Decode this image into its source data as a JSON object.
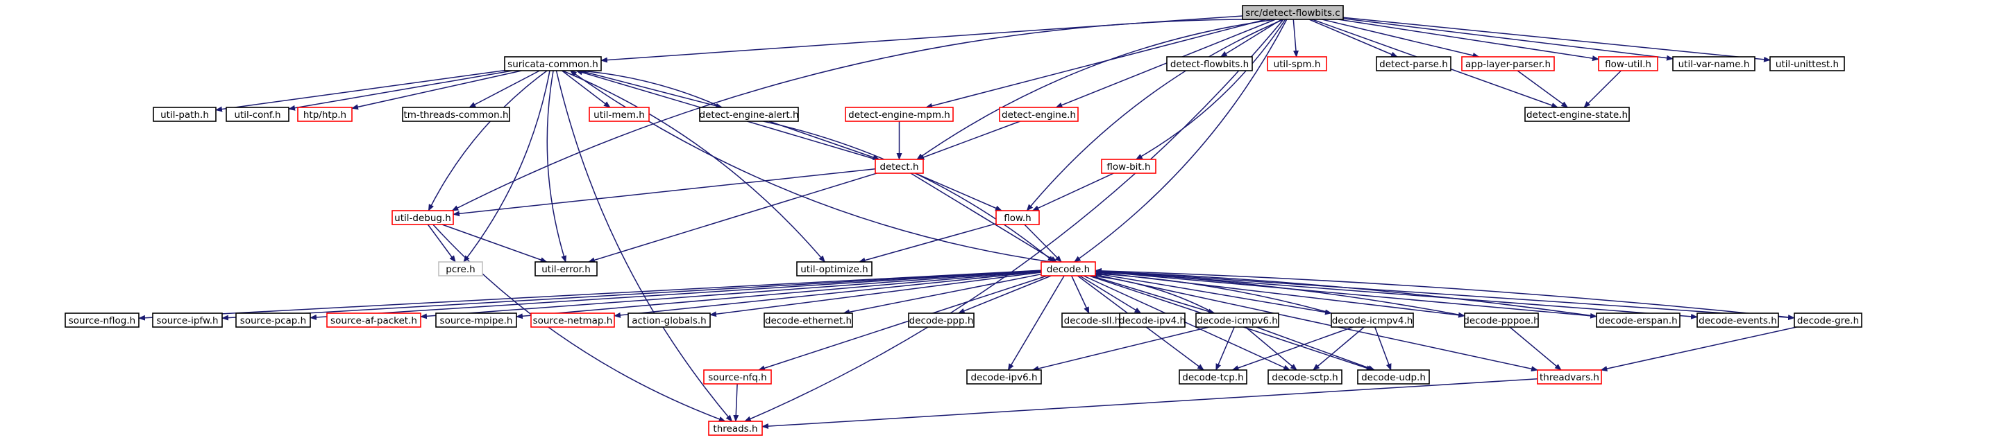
{
  "graph": {
    "title": "src/detect-flowbits.c",
    "colors": {
      "edge": "#191970",
      "border_black": "#000000",
      "border_red": "#ff0000",
      "border_grey": "#bfbfbf",
      "root_fill": "#bfbfbf",
      "node_fill": "#ffffff"
    },
    "nodes": [
      {
        "id": "root",
        "label": "src/detect-flowbits.c",
        "border": "black",
        "fill": "grey"
      },
      {
        "id": "suricata_common",
        "label": "suricata-common.h",
        "border": "black"
      },
      {
        "id": "detect_flowbits_h",
        "label": "detect-flowbits.h",
        "border": "black"
      },
      {
        "id": "util_spm",
        "label": "util-spm.h",
        "border": "red"
      },
      {
        "id": "detect_parse",
        "label": "detect-parse.h",
        "border": "black"
      },
      {
        "id": "app_layer_parser",
        "label": "app-layer-parser.h",
        "border": "red"
      },
      {
        "id": "flow_util",
        "label": "flow-util.h",
        "border": "red"
      },
      {
        "id": "util_var_name",
        "label": "util-var-name.h",
        "border": "black"
      },
      {
        "id": "util_unittest",
        "label": "util-unittest.h",
        "border": "black"
      },
      {
        "id": "util_path",
        "label": "util-path.h",
        "border": "black"
      },
      {
        "id": "util_conf",
        "label": "util-conf.h",
        "border": "black"
      },
      {
        "id": "htp_htp",
        "label": "htp/htp.h",
        "border": "red"
      },
      {
        "id": "tm_threads_common",
        "label": "tm-threads-common.h",
        "border": "black"
      },
      {
        "id": "util_mem",
        "label": "util-mem.h",
        "border": "red"
      },
      {
        "id": "detect_engine_alert",
        "label": "detect-engine-alert.h",
        "border": "black"
      },
      {
        "id": "detect_engine_mpm",
        "label": "detect-engine-mpm.h",
        "border": "red"
      },
      {
        "id": "detect_engine",
        "label": "detect-engine.h",
        "border": "red"
      },
      {
        "id": "detect_engine_state",
        "label": "detect-engine-state.h",
        "border": "black"
      },
      {
        "id": "detect_h",
        "label": "detect.h",
        "border": "red"
      },
      {
        "id": "flow_bit",
        "label": "flow-bit.h",
        "border": "red"
      },
      {
        "id": "util_debug",
        "label": "util-debug.h",
        "border": "red"
      },
      {
        "id": "flow_h",
        "label": "flow.h",
        "border": "red"
      },
      {
        "id": "pcre",
        "label": "pcre.h",
        "border": "grey"
      },
      {
        "id": "util_error",
        "label": "util-error.h",
        "border": "black"
      },
      {
        "id": "util_optimize",
        "label": "util-optimize.h",
        "border": "black"
      },
      {
        "id": "decode_h",
        "label": "decode.h",
        "border": "red"
      },
      {
        "id": "source_nflog",
        "label": "source-nflog.h",
        "border": "black"
      },
      {
        "id": "source_ipfw",
        "label": "source-ipfw.h",
        "border": "black"
      },
      {
        "id": "source_pcap",
        "label": "source-pcap.h",
        "border": "black"
      },
      {
        "id": "source_af_packet",
        "label": "source-af-packet.h",
        "border": "red"
      },
      {
        "id": "source_mpipe",
        "label": "source-mpipe.h",
        "border": "black"
      },
      {
        "id": "source_netmap",
        "label": "source-netmap.h",
        "border": "red"
      },
      {
        "id": "action_globals",
        "label": "action-globals.h",
        "border": "black"
      },
      {
        "id": "decode_ethernet",
        "label": "decode-ethernet.h",
        "border": "black"
      },
      {
        "id": "decode_ppp",
        "label": "decode-ppp.h",
        "border": "black"
      },
      {
        "id": "decode_sll",
        "label": "decode-sll.h",
        "border": "black"
      },
      {
        "id": "decode_ipv4",
        "label": "decode-ipv4.h",
        "border": "black"
      },
      {
        "id": "decode_icmpv6",
        "label": "decode-icmpv6.h",
        "border": "black"
      },
      {
        "id": "decode_icmpv4",
        "label": "decode-icmpv4.h",
        "border": "black"
      },
      {
        "id": "decode_pppoe",
        "label": "decode-pppoe.h",
        "border": "black"
      },
      {
        "id": "decode_erspan",
        "label": "decode-erspan.h",
        "border": "black"
      },
      {
        "id": "decode_events",
        "label": "decode-events.h",
        "border": "black"
      },
      {
        "id": "decode_gre",
        "label": "decode-gre.h",
        "border": "black"
      },
      {
        "id": "source_nfq",
        "label": "source-nfq.h",
        "border": "red"
      },
      {
        "id": "decode_ipv6",
        "label": "decode-ipv6.h",
        "border": "black"
      },
      {
        "id": "decode_tcp",
        "label": "decode-tcp.h",
        "border": "black"
      },
      {
        "id": "decode_sctp",
        "label": "decode-sctp.h",
        "border": "black"
      },
      {
        "id": "decode_udp",
        "label": "decode-udp.h",
        "border": "black"
      },
      {
        "id": "threadvars",
        "label": "threadvars.h",
        "border": "red"
      },
      {
        "id": "threads",
        "label": "threads.h",
        "border": "red"
      }
    ],
    "edges": [
      [
        "root",
        "suricata_common"
      ],
      [
        "root",
        "detect_flowbits_h"
      ],
      [
        "root",
        "util_spm"
      ],
      [
        "root",
        "detect_parse"
      ],
      [
        "root",
        "app_layer_parser"
      ],
      [
        "root",
        "flow_util"
      ],
      [
        "root",
        "util_var_name"
      ],
      [
        "root",
        "util_unittest"
      ],
      [
        "root",
        "detect_engine_mpm"
      ],
      [
        "root",
        "detect_engine"
      ],
      [
        "root",
        "detect_engine_state"
      ],
      [
        "root",
        "detect_h"
      ],
      [
        "root",
        "flow_bit"
      ],
      [
        "root",
        "flow_h"
      ],
      [
        "root",
        "decode_h"
      ],
      [
        "root",
        "util_debug"
      ],
      [
        "root",
        "threads"
      ],
      [
        "suricata_common",
        "util_path"
      ],
      [
        "suricata_common",
        "util_conf"
      ],
      [
        "suricata_common",
        "htp_htp"
      ],
      [
        "suricata_common",
        "tm_threads_common"
      ],
      [
        "suricata_common",
        "util_mem"
      ],
      [
        "suricata_common",
        "detect_engine_alert"
      ],
      [
        "suricata_common",
        "util_debug"
      ],
      [
        "suricata_common",
        "pcre"
      ],
      [
        "suricata_common",
        "util_error"
      ],
      [
        "suricata_common",
        "util_optimize"
      ],
      [
        "suricata_common",
        "threads"
      ],
      [
        "detect_engine_alert",
        "suricata_common"
      ],
      [
        "detect_engine_alert",
        "detect_h"
      ],
      [
        "detect_engine_alert",
        "decode_h"
      ],
      [
        "detect_engine_mpm",
        "detect_h"
      ],
      [
        "detect_engine",
        "detect_h"
      ],
      [
        "app_layer_parser",
        "detect_engine_state"
      ],
      [
        "flow_util",
        "detect_engine_state"
      ],
      [
        "flow_bit",
        "flow_h"
      ],
      [
        "detect_h",
        "suricata_common"
      ],
      [
        "detect_h",
        "util_debug"
      ],
      [
        "detect_h",
        "flow_h"
      ],
      [
        "detect_h",
        "util_error"
      ],
      [
        "detect_h",
        "decode_h"
      ],
      [
        "util_debug",
        "pcre"
      ],
      [
        "util_debug",
        "util_error"
      ],
      [
        "util_debug",
        "threads"
      ],
      [
        "flow_h",
        "util_optimize"
      ],
      [
        "flow_h",
        "decode_h"
      ],
      [
        "decode_h",
        "suricata_common"
      ],
      [
        "decode_h",
        "source_nflog"
      ],
      [
        "decode_h",
        "source_ipfw"
      ],
      [
        "decode_h",
        "source_pcap"
      ],
      [
        "decode_h",
        "source_af_packet"
      ],
      [
        "decode_h",
        "source_mpipe"
      ],
      [
        "decode_h",
        "source_netmap"
      ],
      [
        "decode_h",
        "action_globals"
      ],
      [
        "decode_h",
        "decode_ethernet"
      ],
      [
        "decode_h",
        "decode_ppp"
      ],
      [
        "decode_h",
        "decode_sll"
      ],
      [
        "decode_h",
        "decode_ipv4"
      ],
      [
        "decode_h",
        "decode_icmpv6"
      ],
      [
        "decode_h",
        "decode_icmpv4"
      ],
      [
        "decode_h",
        "decode_pppoe"
      ],
      [
        "decode_h",
        "decode_erspan"
      ],
      [
        "decode_h",
        "decode_events"
      ],
      [
        "decode_h",
        "decode_gre"
      ],
      [
        "decode_h",
        "source_nfq"
      ],
      [
        "decode_h",
        "decode_ipv6"
      ],
      [
        "decode_h",
        "decode_tcp"
      ],
      [
        "decode_h",
        "decode_sctp"
      ],
      [
        "decode_h",
        "decode_udp"
      ],
      [
        "decode_h",
        "threadvars"
      ],
      [
        "decode_icmpv6",
        "decode_ipv6"
      ],
      [
        "decode_icmpv6",
        "decode_tcp"
      ],
      [
        "decode_icmpv6",
        "decode_sctp"
      ],
      [
        "decode_icmpv6",
        "decode_udp"
      ],
      [
        "decode_icmpv6",
        "decode_h"
      ],
      [
        "decode_icmpv4",
        "decode_tcp"
      ],
      [
        "decode_icmpv4",
        "decode_sctp"
      ],
      [
        "decode_icmpv4",
        "decode_udp"
      ],
      [
        "decode_icmpv4",
        "decode_h"
      ],
      [
        "decode_pppoe",
        "threadvars"
      ],
      [
        "decode_pppoe",
        "decode_h"
      ],
      [
        "decode_erspan",
        "decode_h"
      ],
      [
        "decode_gre",
        "threadvars"
      ],
      [
        "decode_gre",
        "decode_h"
      ],
      [
        "source_nfq",
        "threads"
      ],
      [
        "threadvars",
        "threads"
      ]
    ]
  }
}
